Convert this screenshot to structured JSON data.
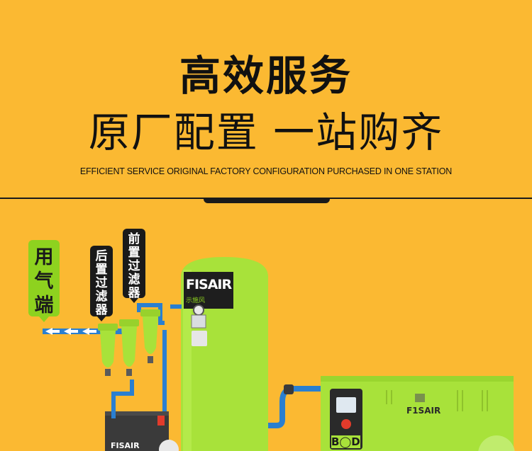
{
  "header": {
    "title_line1": "高效服务",
    "title_line2": "原厂配置 一站购齐",
    "subtitle": "EFFICIENT SERVICE ORIGINAL FACTORY CONFIGURATION PURCHASED IN ONE STATION"
  },
  "labels": {
    "use_end": [
      "用",
      "气",
      "端"
    ],
    "post_filter": [
      "后",
      "置",
      "过",
      "滤",
      "器"
    ],
    "pre_filter": [
      "前",
      "置",
      "过",
      "滤",
      "器"
    ]
  },
  "brand": {
    "tank_logo": "FISAIR",
    "tank_sub": "示施风",
    "compressor_logo": "F1SAIR",
    "dryer_logo": "FISAIR",
    "compressor_badge": "B◯D"
  },
  "colors": {
    "background": "#fbb932",
    "machine_green": "#a8e23a",
    "label_green": "#8ed21f",
    "dark": "#1a1a1a",
    "pipe_blue": "#2a7fd0"
  }
}
